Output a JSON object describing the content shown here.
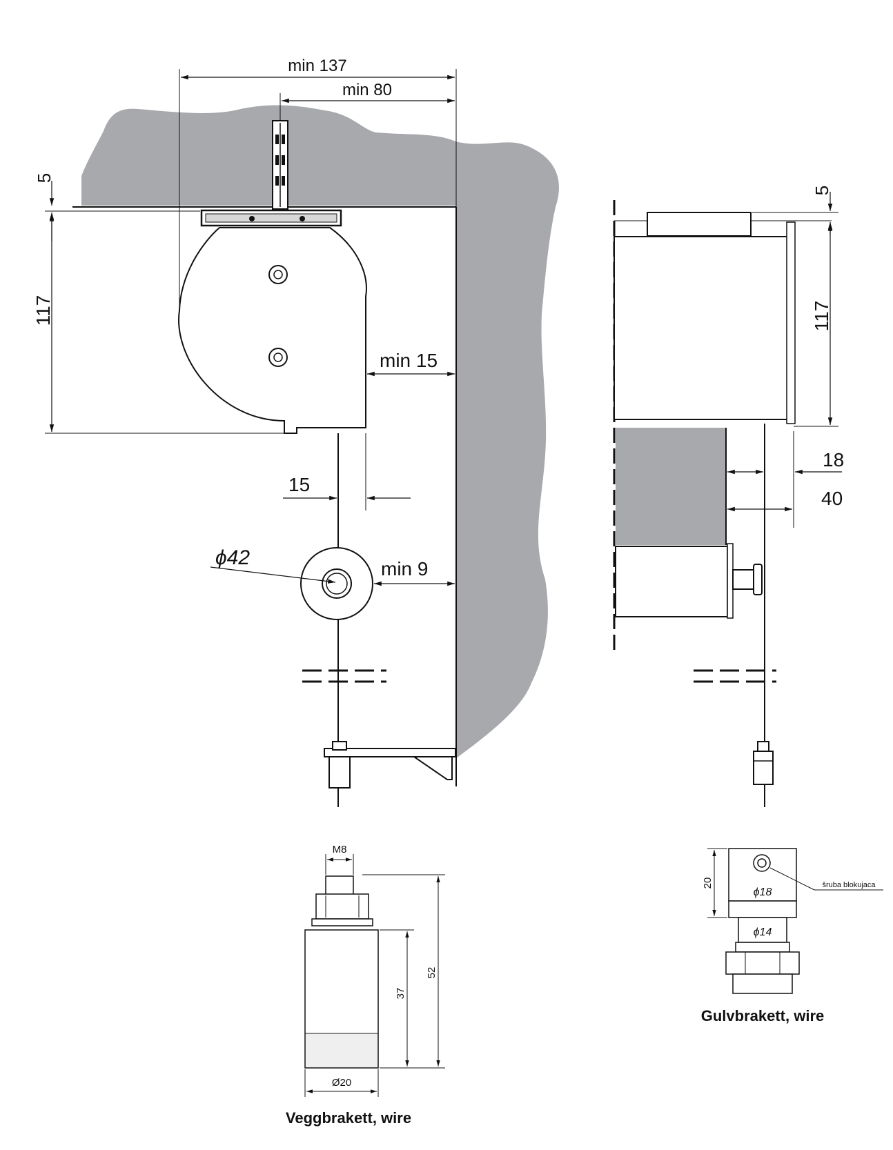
{
  "colors": {
    "wall": "#a7a9ac",
    "line": "#111111",
    "background": "#ffffff"
  },
  "front_view": {
    "dim_min137": "min 137",
    "dim_min80": "min 80",
    "dim_5": "5",
    "dim_117": "117",
    "dim_min15": "min 15",
    "dim_15": "15",
    "dim_d42": "ϕ42",
    "dim_min9": "min 9"
  },
  "side_view": {
    "dim_5": "5",
    "dim_117": "117",
    "dim_18": "18",
    "dim_40": "40"
  },
  "veggbrakett": {
    "dim_m8": "M8",
    "dim_52": "52",
    "dim_37": "37",
    "dim_d20": "Ø20",
    "caption": "Veggbrakett, wire"
  },
  "gulvbrakett": {
    "dim_20": "20",
    "dim_d18": "ϕ18",
    "dim_d14": "ϕ14",
    "screw_label": "šruba blokujaca",
    "caption": "Gulvbrakett, wire"
  }
}
